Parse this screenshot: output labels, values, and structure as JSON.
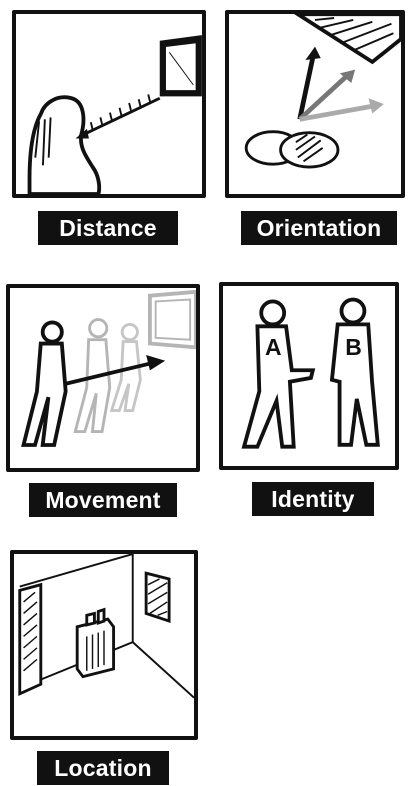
{
  "panels": {
    "distance": {
      "label": "Distance"
    },
    "orientation": {
      "label": "Orientation"
    },
    "movement": {
      "label": "Movement"
    },
    "identity": {
      "label": "Identity",
      "person_a": "A",
      "person_b": "B"
    },
    "location": {
      "label": "Location"
    }
  },
  "colors": {
    "ink": "#111111",
    "ghost": "#b5b5b5",
    "label_bg": "#111111",
    "label_text": "#ffffff"
  }
}
